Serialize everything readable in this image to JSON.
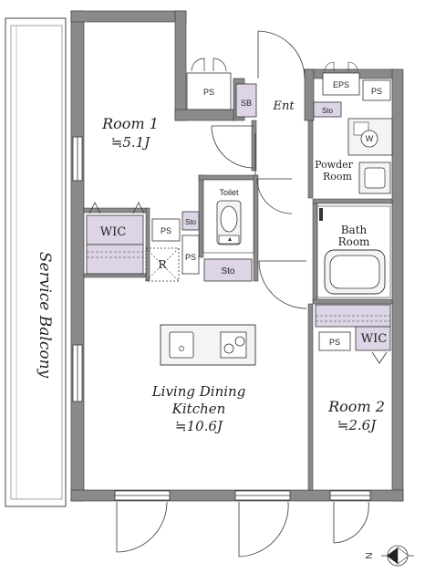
{
  "rooms": {
    "room1": {
      "name": "Room 1",
      "area": "≒5.1J"
    },
    "ldk": {
      "line1": "Living Dining",
      "line2": "Kitchen",
      "area": "≒10.6J"
    },
    "room2": {
      "name": "Room 2",
      "area": "≒2.6J"
    },
    "powder": {
      "line1": "Powder",
      "line2": "Room"
    },
    "bath": {
      "line1": "Bath",
      "line2": "Room"
    },
    "toilet": "Toilet"
  },
  "labels": {
    "wic1": "WIC",
    "wic2": "WIC",
    "ps_top": "PS",
    "ps_ent": "PS",
    "ps_mid": "PS",
    "ps_mid2": "PS",
    "ps_room2": "PS",
    "eps": "EPS",
    "sb": "SB",
    "ent": "Ent",
    "sto_ent": "Sto",
    "sto_toilet": "Sto",
    "sto_hall": "Sto",
    "r": "R",
    "w": "W",
    "balcony": "Service Balcony",
    "north": "N"
  },
  "colors": {
    "wall": "#8a8a8a",
    "wall_edge": "#333333",
    "storage": "#ddd4e6",
    "fixture": "#f4f4f4"
  }
}
